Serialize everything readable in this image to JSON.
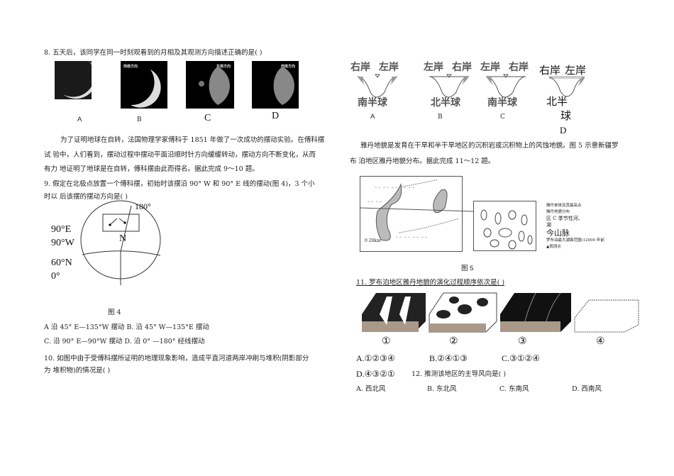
{
  "left": {
    "q8": {
      "question": "8. 五天后，该同学在同一时刻观看到的月相及其观测方向描述正确的是(    )",
      "images": [
        {
          "label": "A",
          "caption": ""
        },
        {
          "label": "B",
          "caption": "西南方向"
        },
        {
          "label": "C",
          "caption": "东南方向"
        },
        {
          "label": "D",
          "caption": "西南方向"
        }
      ]
    },
    "passage": [
      "为了证明地球在自转，法国物理学家傅科于 1851 年做了一次成功的摆动实验。在傅科摆",
      "试  验中，人们看到，摆动过程中摆动平面沿顺时针方向缓缓转动，摆动方向不断变化，从而",
      "有力  地证明了地球是在自转，傅科摆由此而得名。据此完成 9～10 题。"
    ],
    "q9": {
      "line1": "9. 假定在北极点放置一个傅科摆，初始时该摆沿 90° W 和 90° E 线的摆动(图 4)，3 个小",
      "line2": "时以  后该摆的摆动方向是(    )",
      "figure_labels": {
        "top": "180°",
        "e": "90°E",
        "w": "90°W",
        "lat": "60°N",
        "zero": "0°",
        "pole": "N"
      },
      "caption": "图  4",
      "options_line1": "A  沿 45° E—135°W 摆动 B. 沿 45°  W—135°E 摆动",
      "options_line2": "C. 沿 90°  E—90°W 摆动  D. 沿 0°  —180°  经线摆动"
    },
    "q10": {
      "line1": "10.  如图中由于受傅科摆所证明的地理现象影响，造成平直河道两岸冲刷与堆积(阴影部分",
      "line2": "为  堆积物)的情况是(    )"
    }
  },
  "right": {
    "rivers": [
      {
        "left_bank": "右岸",
        "right_bank": "左岸",
        "hemisphere": "南半球",
        "label": "A"
      },
      {
        "left_bank": "左岸",
        "right_bank": "右岸",
        "hemisphere": "北半球",
        "label": "B"
      },
      {
        "left_bank": "左岸",
        "right_bank": "右岸",
        "hemisphere": "南半球",
        "label": "C"
      },
      {
        "left_bank": "右岸",
        "right_bank": "左岸",
        "hemisphere_a": "北半",
        "hemisphere_b": "球",
        "label": "D"
      }
    ],
    "passage": [
      "雅丹地貌是发育在干旱和半干旱地区的沉积岩或沉积物上的风蚀地貌。图 5 示意新疆罗",
      "布  泊地区雅丹地貌分布。据此完成 11～12 题。"
    ],
    "map": {
      "scale": "0  20km",
      "legend": [
        "雅丹单体及其最高点",
        "雅丹地貌分布",
        "区 C   季节性河、",
        "湖",
        "今山脉",
        "罗布泊最大湖面范围(12000 年前",
        "▲观测点"
      ],
      "caption": "图  5"
    },
    "q11": {
      "question": "11. 罗布泊地区雅丹地貌的演化过程顺序依次是(    )",
      "stages": [
        "①",
        "②",
        "③",
        "④"
      ],
      "options": [
        "A.①②③④",
        "B.②④①③",
        "C.③①②④",
        "D.④③②①"
      ]
    },
    "q12": {
      "question": "12. 推测该地区的主导风向是(    )",
      "options": [
        "A.  西北风",
        "B.  东北风",
        "C.  东南风",
        "D.  西南风"
      ]
    }
  }
}
